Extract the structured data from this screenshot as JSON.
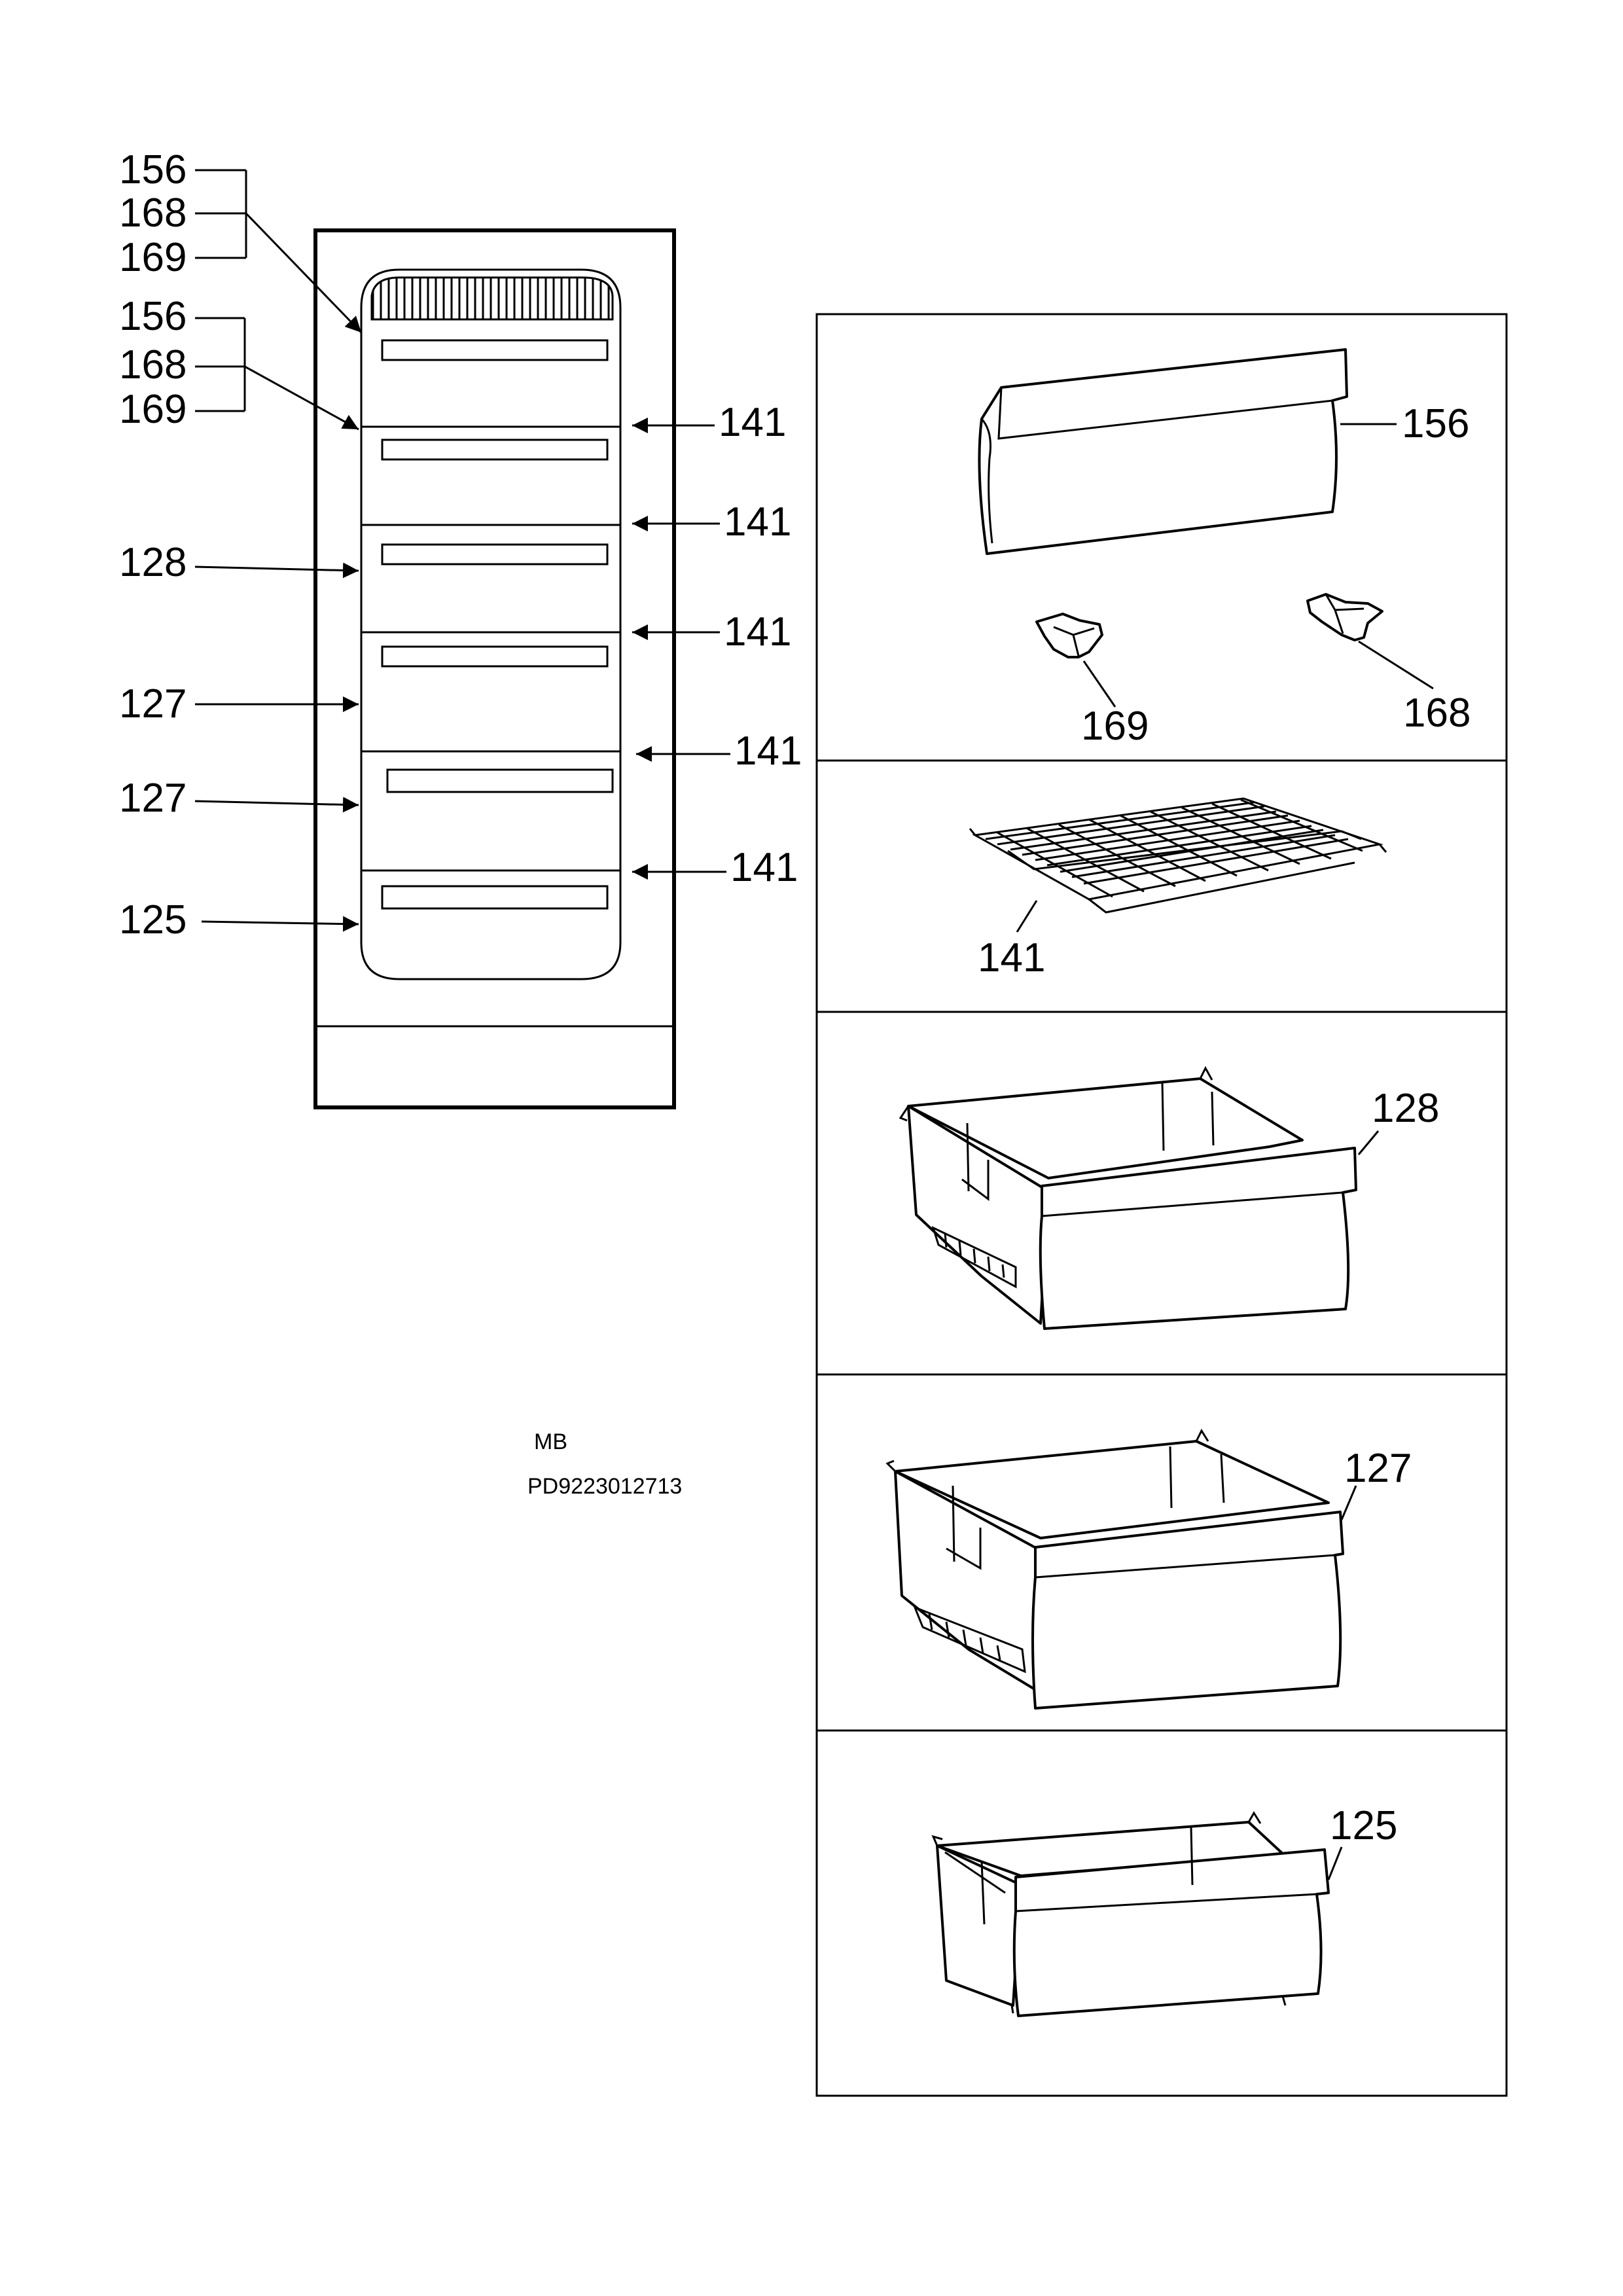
{
  "overview": {
    "callouts_left": {
      "group_top": [
        "156",
        "168",
        "169"
      ],
      "group_second": [
        "156",
        "168",
        "169"
      ],
      "drawer_128": "128",
      "drawer_127a": "127",
      "drawer_127b": "127",
      "drawer_125": "125"
    },
    "callouts_right": [
      "141",
      "141",
      "141",
      "141",
      "141"
    ]
  },
  "panels": {
    "flap": {
      "label_main": "156",
      "label_clip_a": "169",
      "label_clip_b": "168"
    },
    "shelf": {
      "label": "141"
    },
    "drawer_128": {
      "label": "128"
    },
    "drawer_127": {
      "label": "127"
    },
    "drawer_125": {
      "label": "125"
    }
  },
  "doc_info": {
    "model": "MB",
    "code": "PD9223012713"
  }
}
